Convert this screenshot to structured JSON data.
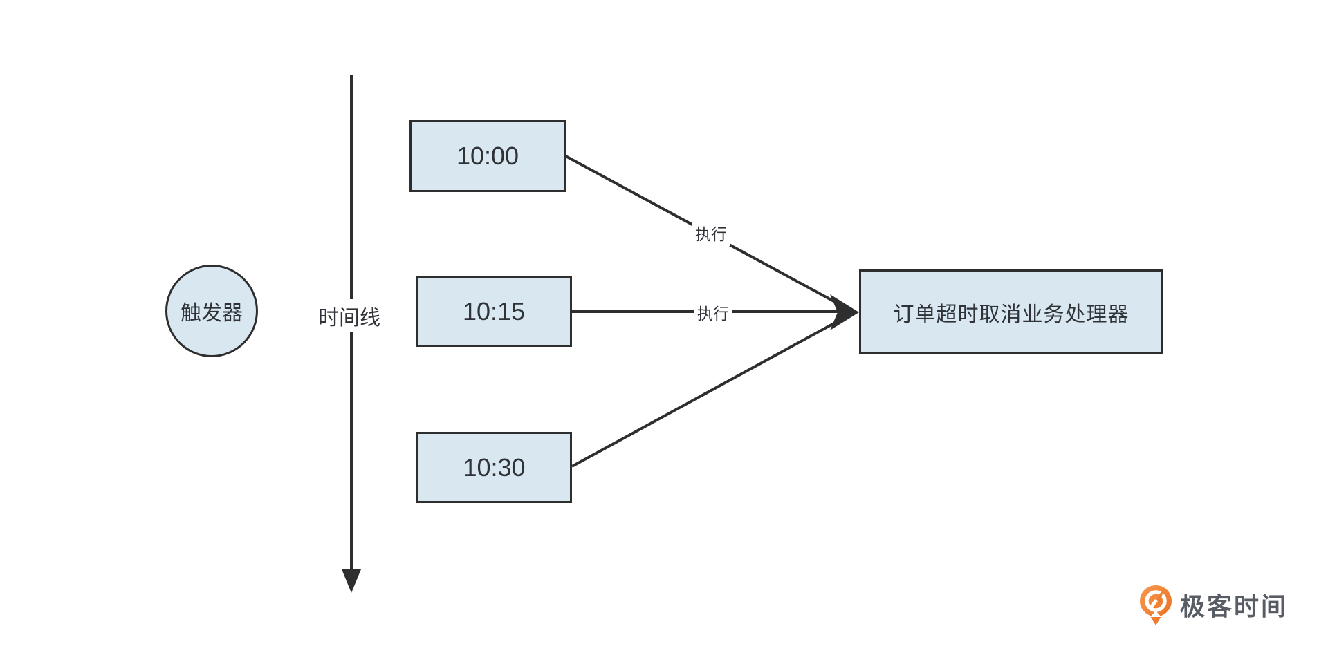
{
  "diagram": {
    "trigger": {
      "label": "触发器"
    },
    "timeline": {
      "label": "时间线"
    },
    "timers": [
      {
        "label": "10:00"
      },
      {
        "label": "10:15"
      },
      {
        "label": "10:30"
      }
    ],
    "edges": [
      {
        "from": "10:00",
        "to": "processor",
        "label": "执行"
      },
      {
        "from": "10:15",
        "to": "processor",
        "label": "执行"
      },
      {
        "from": "10:30",
        "to": "processor",
        "label": ""
      }
    ],
    "processor": {
      "label": "订单超时取消业务处理器"
    },
    "colors": {
      "node_fill": "#d8e7f0",
      "stroke": "#2e2e2e",
      "text": "#2f3237",
      "logo_orange": "#ee7b2d",
      "logo_text_gray": "#585c64"
    }
  },
  "footer": {
    "brand": "极客时间"
  }
}
